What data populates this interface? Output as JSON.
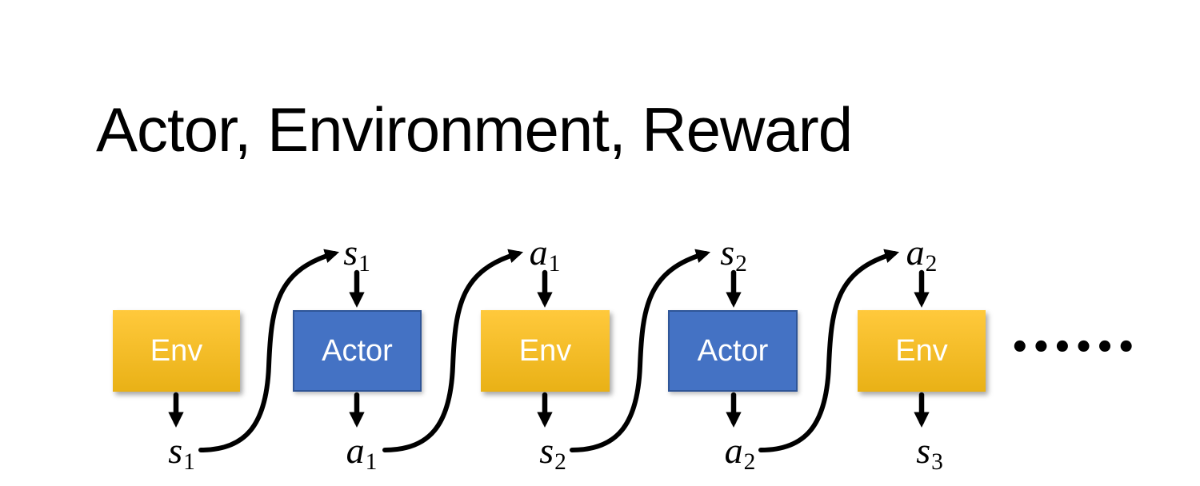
{
  "title": "Actor, Environment, Reward",
  "colors": {
    "env_top": "#FFC93C",
    "env_bottom": "#E9B116",
    "actor_fill": "#4472C4",
    "actor_border": "#2F5597",
    "arrow": "#000000",
    "box_text": "#FFFFFF",
    "title_text": "#000000"
  },
  "diagram": {
    "boxes": [
      {
        "label": "Env",
        "type": "env"
      },
      {
        "label": "Actor",
        "type": "actor"
      },
      {
        "label": "Env",
        "type": "env"
      },
      {
        "label": "Actor",
        "type": "actor"
      },
      {
        "label": "Env",
        "type": "env"
      }
    ],
    "top_labels": [
      {
        "base": "s",
        "sub": "1"
      },
      {
        "base": "a",
        "sub": "1"
      },
      {
        "base": "s",
        "sub": "2"
      },
      {
        "base": "a",
        "sub": "2"
      }
    ],
    "bottom_labels": [
      {
        "base": "s",
        "sub": "1"
      },
      {
        "base": "a",
        "sub": "1"
      },
      {
        "base": "s",
        "sub": "2"
      },
      {
        "base": "a",
        "sub": "2"
      },
      {
        "base": "s",
        "sub": "3"
      }
    ],
    "ellipsis": "••••••"
  }
}
